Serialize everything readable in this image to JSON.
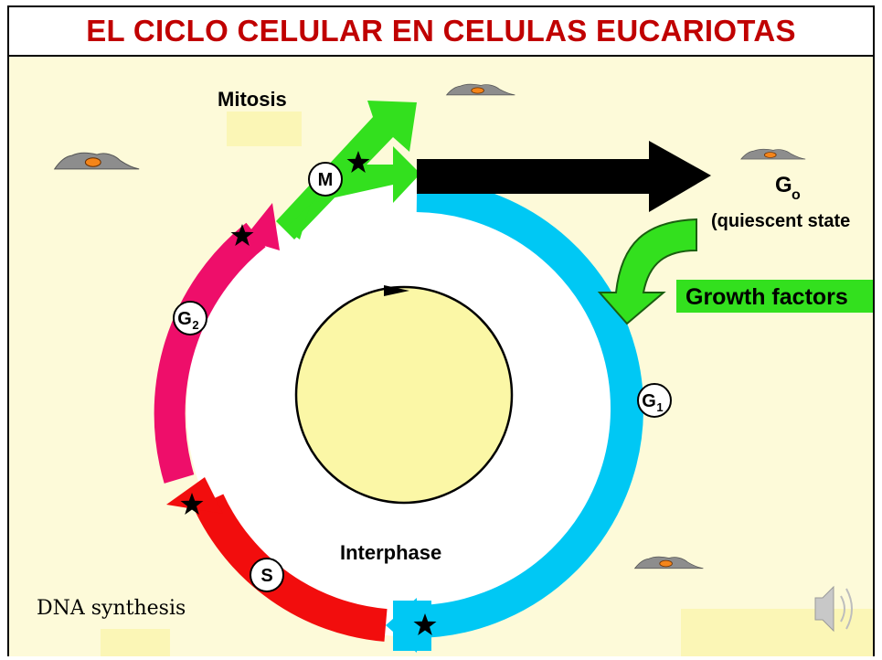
{
  "title": "EL CICLO CELULAR EN CELULAS EUCARIOTAS",
  "labels": {
    "mitosis": "Mitosis",
    "g0": "G",
    "g0_sub": "o",
    "quiescent": "(quiescent state",
    "growth_factors": "Growth factors",
    "interphase": "Interphase",
    "dna_synthesis": "DNA synthesis"
  },
  "phases": {
    "m": "M",
    "g1": "G",
    "g1_sub": "1",
    "g2": "G",
    "g2_sub": "2",
    "s": "S"
  },
  "colors": {
    "title": "#c00000",
    "background": "#fdfad9",
    "highlight": "#fbf6b6",
    "mitosis": "#33e01e",
    "g2": "#ee0e6a",
    "s": "#f20d0d",
    "g1": "#00c8f4",
    "go_arrow": "#000000",
    "growth": "#33e01e",
    "nucleus": "#fbf7a6"
  },
  "icons": [
    "speaker-icon",
    "checkpoint-star-icon",
    "cell-icon"
  ]
}
